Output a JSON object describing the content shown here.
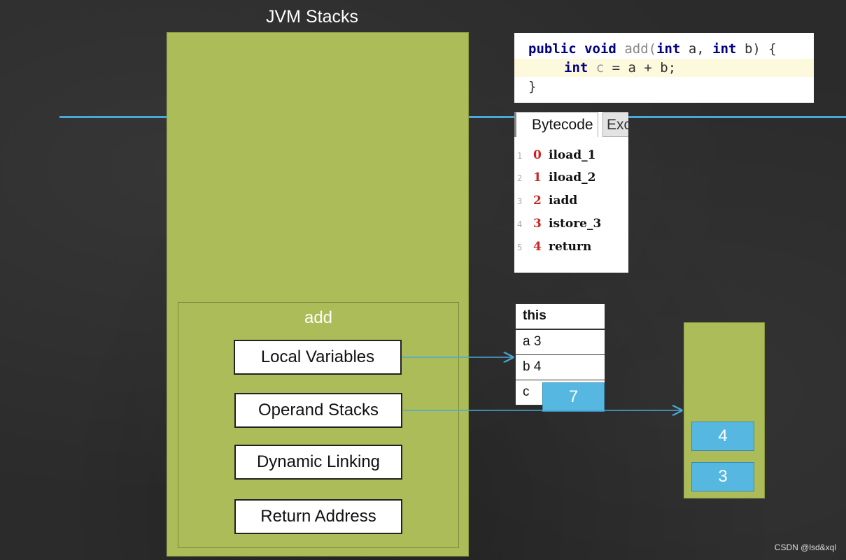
{
  "diagram": {
    "title": "JVM Stacks",
    "frame": {
      "name": "add",
      "items": [
        "Local Variables",
        "Operand Stacks",
        "Dynamic Linking",
        "Return Address"
      ]
    },
    "source_code": {
      "line1": {
        "kw1": "public",
        "kw2": "void",
        "fn": "add(",
        "kw3": "int",
        "p1": " a, ",
        "kw4": "int",
        "p2": " b) {"
      },
      "line2": {
        "kw": "int",
        "var": " c",
        "rest": " = a + b;"
      },
      "line3": "}"
    },
    "bytecode": {
      "tab": "Bytecode",
      "tab2": "Exc",
      "instructions": [
        {
          "line": "1",
          "offset": "0",
          "op": "iload_1"
        },
        {
          "line": "2",
          "offset": "1",
          "op": "iload_2"
        },
        {
          "line": "3",
          "offset": "2",
          "op": "iadd"
        },
        {
          "line": "4",
          "offset": "3",
          "op": "istore_3"
        },
        {
          "line": "5",
          "offset": "4",
          "op": "return"
        }
      ]
    },
    "local_variables": [
      "this",
      "a 3",
      "b 4",
      "c"
    ],
    "result_value": "7",
    "operand_stack": [
      "4",
      "3"
    ],
    "colors": {
      "frame_green": "#acbc58",
      "cell_blue": "#56b8e0",
      "line_blue": "#4aa8d8"
    }
  },
  "watermark": "CSDN @lsd&xql"
}
